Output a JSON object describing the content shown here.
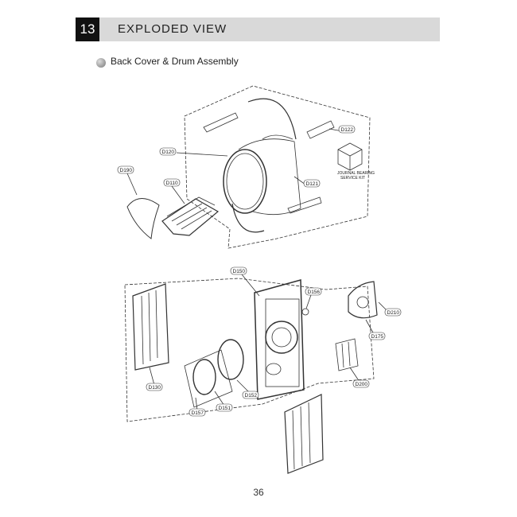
{
  "header": {
    "section_number": "13",
    "title": "EXPLODED VIEW"
  },
  "subtitle": "Back Cover & Drum Assembly",
  "page_number": "36",
  "parts": [
    {
      "id": "D120"
    },
    {
      "id": "D122"
    },
    {
      "id": "D190"
    },
    {
      "id": "D110"
    },
    {
      "id": "D121"
    },
    {
      "id": "D150"
    },
    {
      "id": "D156"
    },
    {
      "id": "D210"
    },
    {
      "id": "D175"
    },
    {
      "id": "D130"
    },
    {
      "id": "D200"
    },
    {
      "id": "D157"
    },
    {
      "id": "D151"
    },
    {
      "id": "D152"
    }
  ],
  "kit_label_line1": "JOURNAL BEARING",
  "kit_label_line2": "SERVICE KIT"
}
